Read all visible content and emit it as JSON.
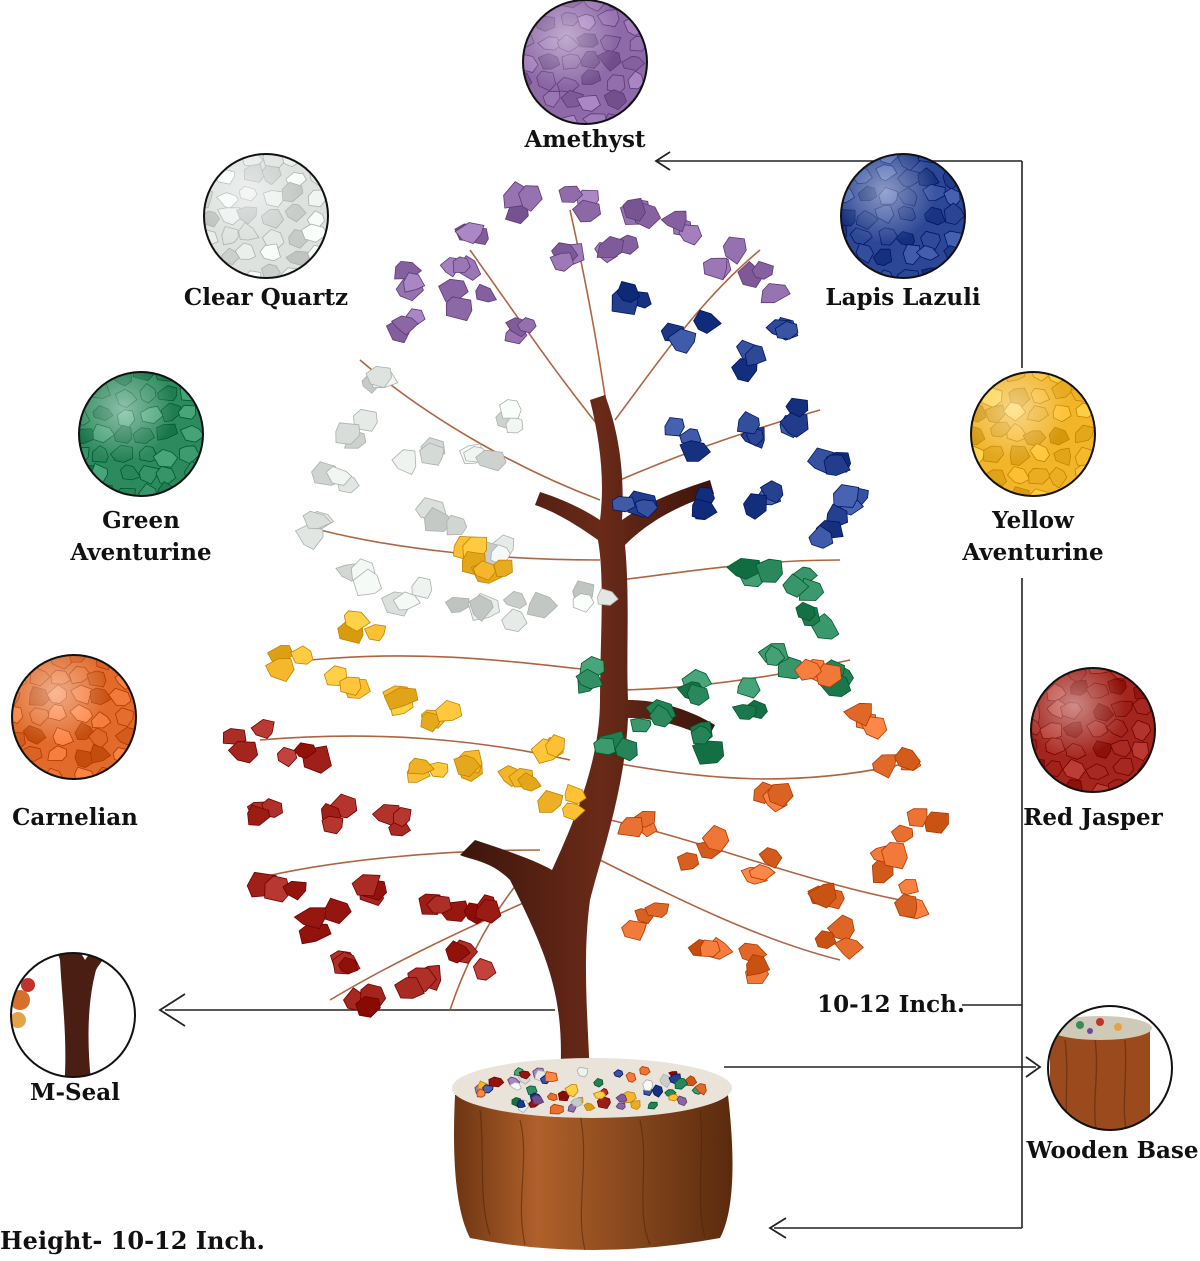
{
  "stones": {
    "amethyst": {
      "label": "Amethyst",
      "color": "#8e6aa8"
    },
    "clear_quartz": {
      "label": "Clear Quartz",
      "color": "#dde2df"
    },
    "lapis_lazuli": {
      "label": "Lapis Lazuli",
      "color": "#2c4795"
    },
    "green_aventurine": {
      "label_line1": "Green",
      "label_line2": "Aventurine",
      "color": "#2d8a5e"
    },
    "yellow_aventurine": {
      "label_line1": "Yellow",
      "label_line2": "Aventurine",
      "color": "#f2b52a"
    },
    "carnelian": {
      "label": "Carnelian",
      "color": "#e26a2a"
    },
    "red_jasper": {
      "label": "Red Jasper",
      "color": "#a3251d"
    }
  },
  "parts": {
    "m_seal": {
      "label": "M-Seal",
      "color": "#4a1e12"
    },
    "wooden_base": {
      "label": "Wooden Base",
      "color": "#9a4a1c"
    }
  },
  "dimension_label": "10-12 Inch.",
  "height_caption": "Height- 10-12 Inch."
}
